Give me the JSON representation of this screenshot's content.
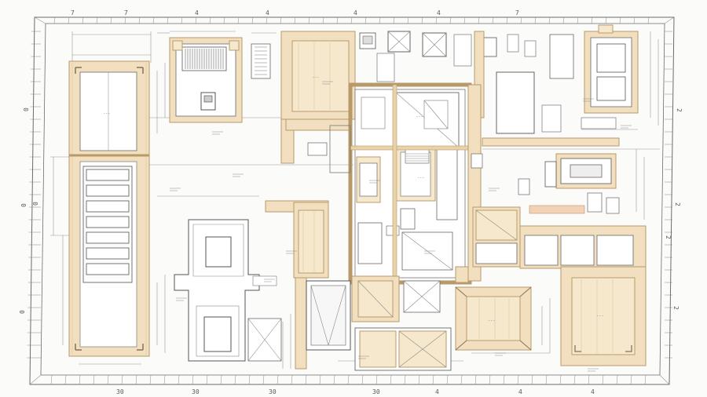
{
  "drawing": {
    "top_dims": [
      "7",
      "7",
      "4",
      "4",
      "4",
      "4",
      "7"
    ],
    "bottom_dims": [
      "30",
      "30",
      "30",
      "30",
      "4",
      "4",
      "4"
    ],
    "left_dims": [
      "0",
      "0",
      "0",
      "0"
    ],
    "right_dims": [
      "2",
      "2",
      "2",
      "2"
    ],
    "colors": {
      "paper": "#fbfbfa",
      "line": "#6b6b6b",
      "wood": "#f1dfbf",
      "wood_edge": "#b89a6a"
    }
  }
}
